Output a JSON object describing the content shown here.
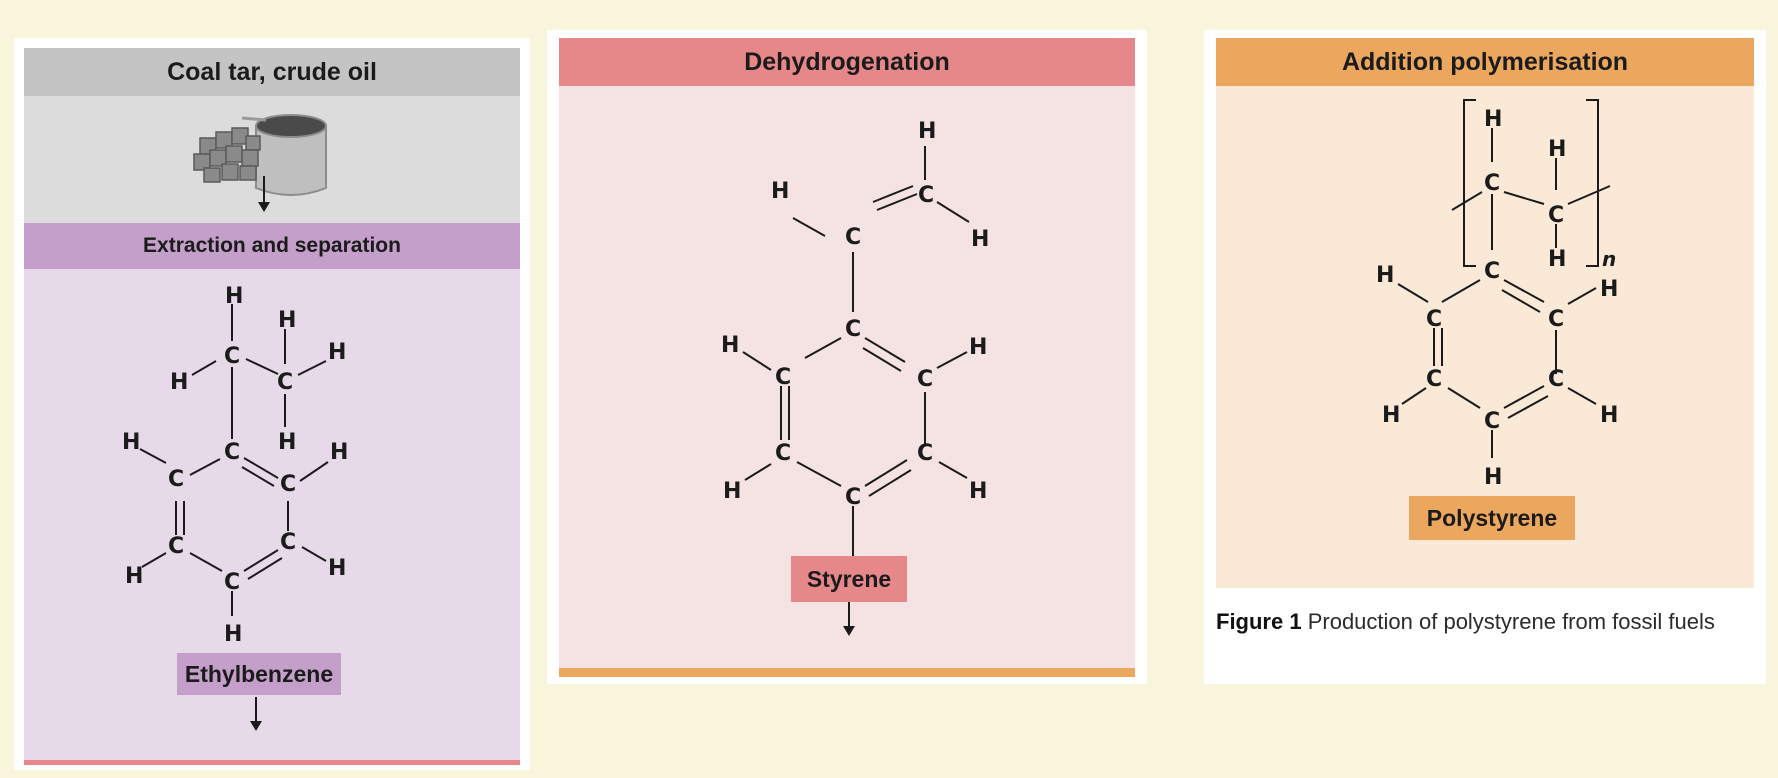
{
  "panel1": {
    "header": "Coal tar, crude oil",
    "stage": "Extraction and separation",
    "product": "Ethylbenzene"
  },
  "panel2": {
    "header": "Dehydrogenation",
    "product": "Styrene"
  },
  "panel3": {
    "header": "Addition polymerisation",
    "product": "Polystyrene",
    "subscript": "n"
  },
  "caption": {
    "label": "Figure 1",
    "text": "Production of polystyrene from fossil fuels"
  },
  "atoms": {
    "carbon": "C",
    "hydrogen": "H"
  },
  "colors": {
    "background": "#f8f5dc",
    "grey_band": "#c4c4c4",
    "grey_area": "#dcdcdc",
    "purple_band": "#c39fca",
    "purple_area": "#e6d9e8",
    "red_band": "#e6888a",
    "red_area": "#f5e2e2",
    "orange_band": "#eca75e",
    "orange_area": "#fbe9d8"
  }
}
